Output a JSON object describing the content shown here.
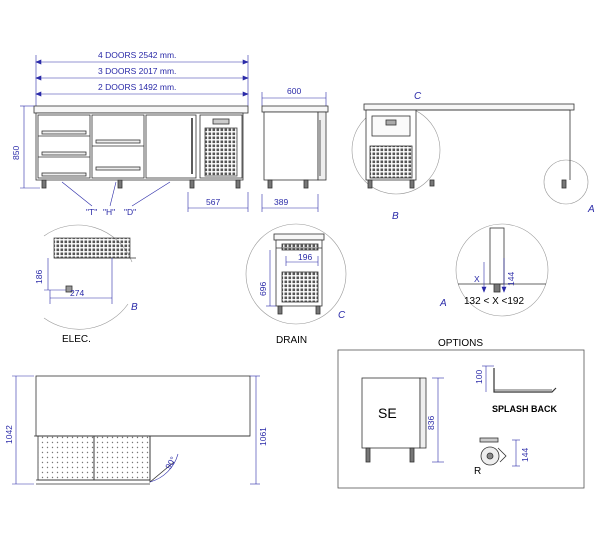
{
  "front": {
    "dim_4doors": "4 DOORS   2542 mm.",
    "dim_3doors": "3 DOORS   2017 mm.",
    "dim_2doors": "2 DOORS   1492 mm.",
    "height": "850",
    "door_t": "\"T\"",
    "door_h": "\"H\"",
    "door_d": "\"D\"",
    "dim_567": "567"
  },
  "side": {
    "depth": "600",
    "dim_389": "389"
  },
  "callouts": {
    "a": "A",
    "b": "B",
    "c": "C"
  },
  "elec": {
    "title": "ELEC.",
    "dim_186": "186",
    "dim_274": "274",
    "marker": "B"
  },
  "drain": {
    "title": "DRAIN",
    "dim_196": "196",
    "dim_696": "696",
    "marker": "C"
  },
  "feet": {
    "x_label": "X",
    "dim_144": "144",
    "range": "132 < X <192",
    "marker": "A"
  },
  "bottom": {
    "dim_1042": "1042",
    "dim_1061": "1061",
    "angle": "90°"
  },
  "options": {
    "title": "OPTIONS",
    "se": "SE",
    "dim_836": "836",
    "dim_100": "100",
    "splash": "SPLASH BACK",
    "dim_144": "144",
    "r": "R"
  }
}
